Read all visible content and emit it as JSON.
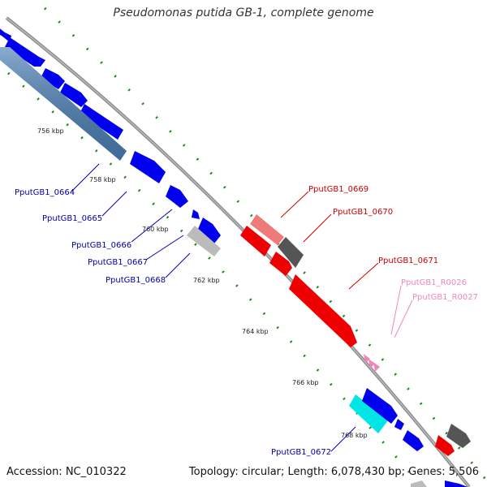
{
  "title": "Pseudomonas putida GB-1, complete genome",
  "accession_label": "Accession: NC_010322",
  "summary_label": "Topology: circular; Length: 6,078,430 bp; Genes: 5,506",
  "colors": {
    "cds": "#0000ee",
    "cds_highlight": "#4a7fb5",
    "cds_red": "#ee0000",
    "cds_pink": "#ee7a7a",
    "cds_gray": "#666666",
    "cds_lightgray": "#bbbbbb",
    "cds_cyan": "#00e5e5",
    "rna": "#ee88bb",
    "backbone": "#888888",
    "tick": "#1a8a1a"
  },
  "scale_ticks": [
    "756 kbp",
    "758 kbp",
    "760 kbp",
    "762 kbp",
    "764 kbp",
    "766 kbp",
    "768 kbp"
  ],
  "gene_labels": [
    {
      "text": "PputGB1_0664",
      "color": "#0000aa"
    },
    {
      "text": "PputGB1_0665",
      "color": "#0000aa"
    },
    {
      "text": "PputGB1_0666",
      "color": "#0000aa"
    },
    {
      "text": "PputGB1_0667",
      "color": "#0000aa"
    },
    {
      "text": "PputGB1_0668",
      "color": "#0000aa"
    },
    {
      "text": "PputGB1_0669",
      "color": "#cc0000"
    },
    {
      "text": "PputGB1_0670",
      "color": "#cc0000"
    },
    {
      "text": "PputGB1_0671",
      "color": "#cc0000"
    },
    {
      "text": "PputGB1_R0026",
      "color": "#ee88bb"
    },
    {
      "text": "PputGB1_R0027",
      "color": "#ee88bb"
    },
    {
      "text": "PputGB1_0672",
      "color": "#0000aa"
    }
  ]
}
